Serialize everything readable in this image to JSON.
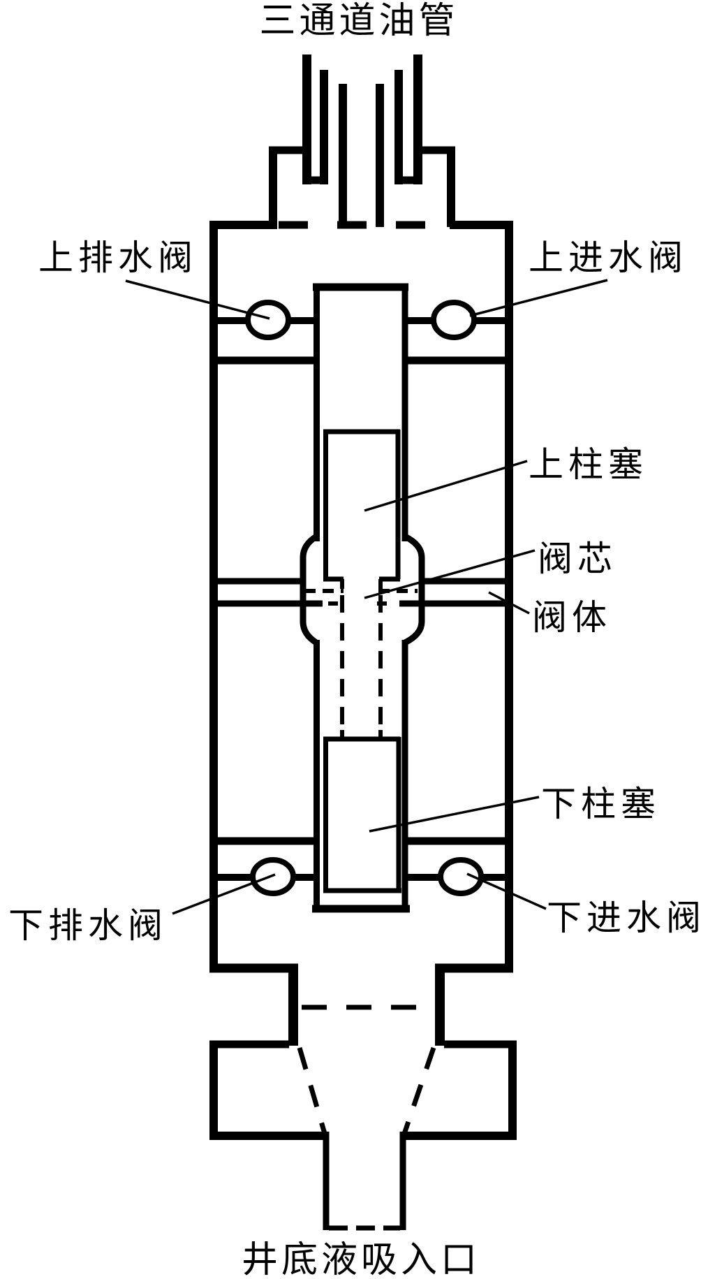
{
  "diagram": {
    "title": "三通道油管",
    "labels": {
      "oil_pipe": "三通道油管",
      "upper_drain_valve": "上排水阀",
      "upper_inlet_valve": "上进水阀",
      "upper_plunger": "上柱塞",
      "valve_core": "阀芯",
      "valve_body": "阀体",
      "lower_plunger": "下柱塞",
      "lower_drain_valve": "下排水阀",
      "lower_inlet_valve": "下进水阀",
      "bottom_inlet": "井底液吸入口"
    },
    "colors": {
      "line": "#000000",
      "background": "#ffffff"
    }
  }
}
